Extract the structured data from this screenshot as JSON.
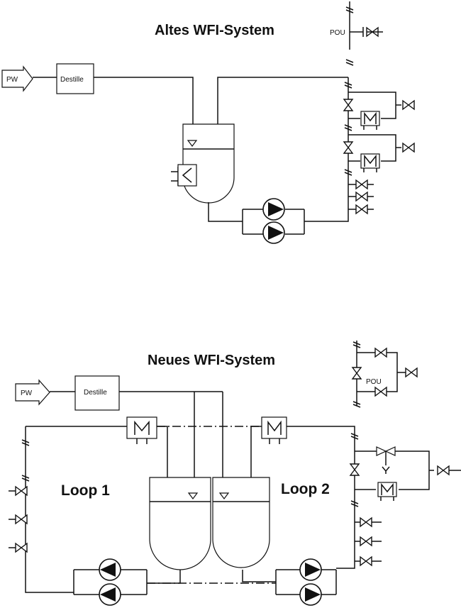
{
  "diagram": {
    "old_system": {
      "title": "Altes WFI-System",
      "source_label": "PW",
      "distiller_label": "Destille",
      "pou_label": "POU"
    },
    "new_system": {
      "title": "Neues WFI-System",
      "source_label": "PW",
      "distiller_label": "Destille",
      "pou_label": "POU",
      "loop1_label": "Loop 1",
      "loop2_label": "Loop 2"
    },
    "colors": {
      "line": "#111111",
      "background": "#ffffff"
    }
  }
}
